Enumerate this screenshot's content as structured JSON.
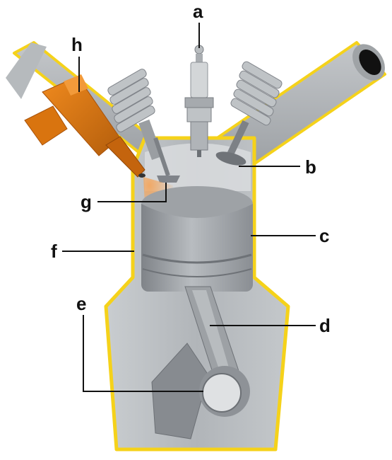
{
  "labels": {
    "a": "a",
    "b": "b",
    "c": "c",
    "d": "d",
    "e": "e",
    "f": "f",
    "g": "g",
    "h": "h"
  },
  "colors": {
    "cylinder_outline": "#f5d21a",
    "metal_dark": "#8d9196",
    "metal_mid": "#aeb2b6",
    "metal_light": "#d7dadc",
    "injector": "#d9740f",
    "injector_dark": "#a8520a",
    "spray": "#f0a35a"
  }
}
